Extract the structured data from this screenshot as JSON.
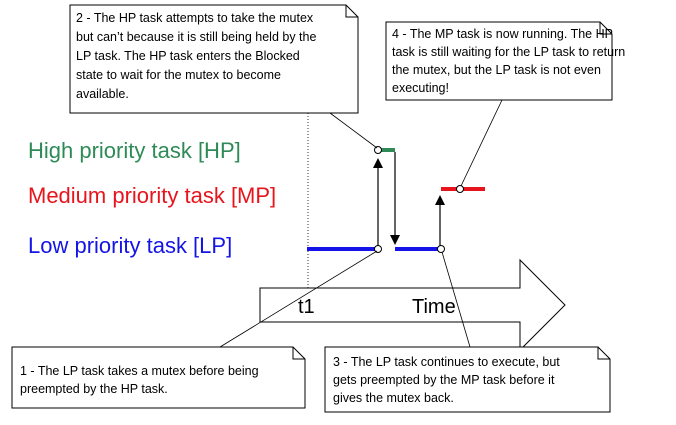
{
  "notes": {
    "note2": {
      "lines": [
        "2 - The HP task attempts to take the mutex",
        "but can’t because it is still being held by the",
        "LP task.  The HP task enters the Blocked",
        "state to wait for the mutex to become",
        "available."
      ]
    },
    "note4": {
      "lines": [
        "4 - The MP task is now running.  The HP",
        "task is still waiting for the LP task to return",
        "the mutex, but the LP task is not even",
        "executing!"
      ]
    },
    "note1": {
      "lines": [
        "1 - The LP task takes a mutex before being",
        "preempted by the HP task."
      ]
    },
    "note3": {
      "lines": [
        "3 - The LP task continues to execute, but",
        "gets preempted by the MP task before it",
        "gives the mutex back."
      ]
    }
  },
  "tasks": {
    "hp": {
      "label": "High priority task [HP]",
      "color": "#2e8b57"
    },
    "mp": {
      "label": "Medium priority task [MP]",
      "color": "#e8141c"
    },
    "lp": {
      "label": "Low priority task [LP]",
      "color": "#1414e6"
    }
  },
  "axis": {
    "t1_label": "t1",
    "time_label": "Time"
  },
  "colors": {
    "line": "#000000",
    "note_fill": "#ffffff"
  }
}
